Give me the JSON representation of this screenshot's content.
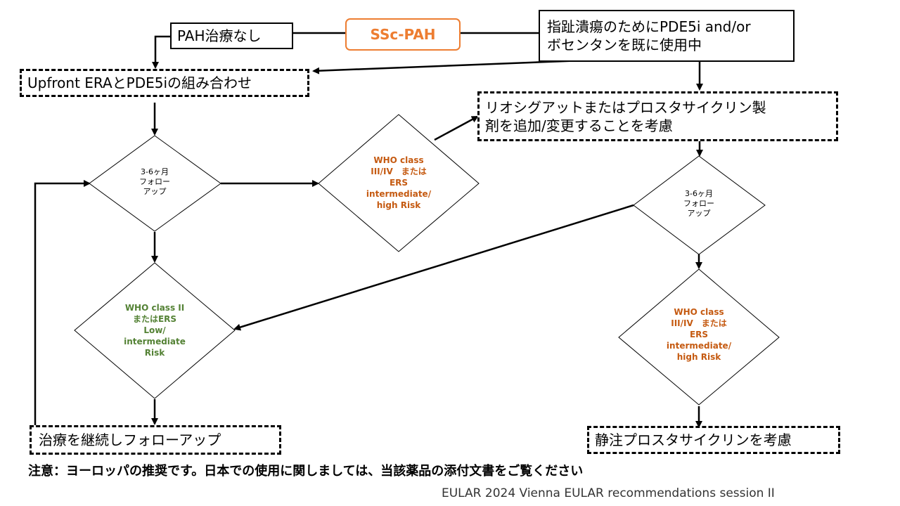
{
  "root": {
    "label": "SSc-PAH"
  },
  "nodes": {
    "no_treatment": "PAH治療なし",
    "already_using_line1": "指趾潰瘍のためにPDE5i and/or",
    "already_using_line2": "ボセンタンを既に使用中",
    "upfront_combo": "Upfront ERAとPDE5iの組み合わせ",
    "consider_add_line1": "リオシグアットまたはプロスタサイクリン製",
    "consider_add_line2": "剤を追加/変更することを考慮",
    "continue_followup": "治療を継続しフォローアップ",
    "consider_iv": "静注プロスタサイクリンを考慮"
  },
  "diamonds": {
    "followup_left": "3-6ヶ月\nフォロー\nアップ",
    "high_risk_mid": "WHO class\nIII/IV　または\nERS\nintermediate/\nhigh Risk",
    "followup_right": "3-6ヶ月\nフォロー\nアップ",
    "low_risk": "WHO class II\nまたはERS\nLow/\nintermediate\nRisk",
    "high_risk_right": "WHO class\nIII/IV　または\nERS\nintermediate/\nhigh Risk"
  },
  "footer": {
    "note": "注意：ヨーロッパの推奨です。日本での使用に関しましては、当該薬品の添付文書をご覧ください",
    "source": "EULAR 2024 Vienna EULAR recommendations session II"
  },
  "colors": {
    "orange_box": "#ed7d31",
    "orange_text": "#c55a11",
    "green_text": "#548235"
  }
}
